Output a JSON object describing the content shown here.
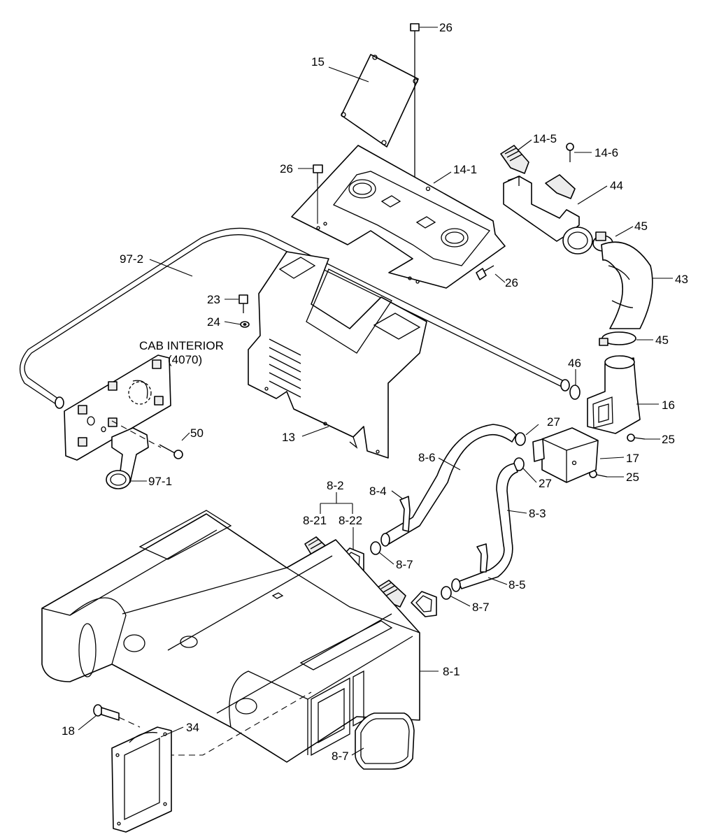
{
  "labels": {
    "l26a": "26",
    "l15": "15",
    "l14_5": "14-5",
    "l14_6": "14-6",
    "l26b": "26",
    "l14_1": "14-1",
    "l44": "44",
    "l45a": "45",
    "l97_2": "97-2",
    "l26c": "26",
    "l43": "43",
    "l23": "23",
    "l24": "24",
    "l45b": "45",
    "cab_interior": "CAB INTERIOR",
    "cab_code": "(4070)",
    "l46": "46",
    "l16": "16",
    "l50": "50",
    "l27a": "27",
    "l25a": "25",
    "l13": "13",
    "l8_6": "8-6",
    "l17": "17",
    "l97_1": "97-1",
    "l27b": "27",
    "l25b": "25",
    "l8_2": "8-2",
    "l8_4": "8-4",
    "l8_3": "8-3",
    "l8_21": "8-21",
    "l8_22": "8-22",
    "l8_7a": "8-7",
    "l8_5": "8-5",
    "l8_7b": "8-7",
    "l8_1": "8-1",
    "l18": "18",
    "l34": "34",
    "l8_7c": "8-7"
  }
}
